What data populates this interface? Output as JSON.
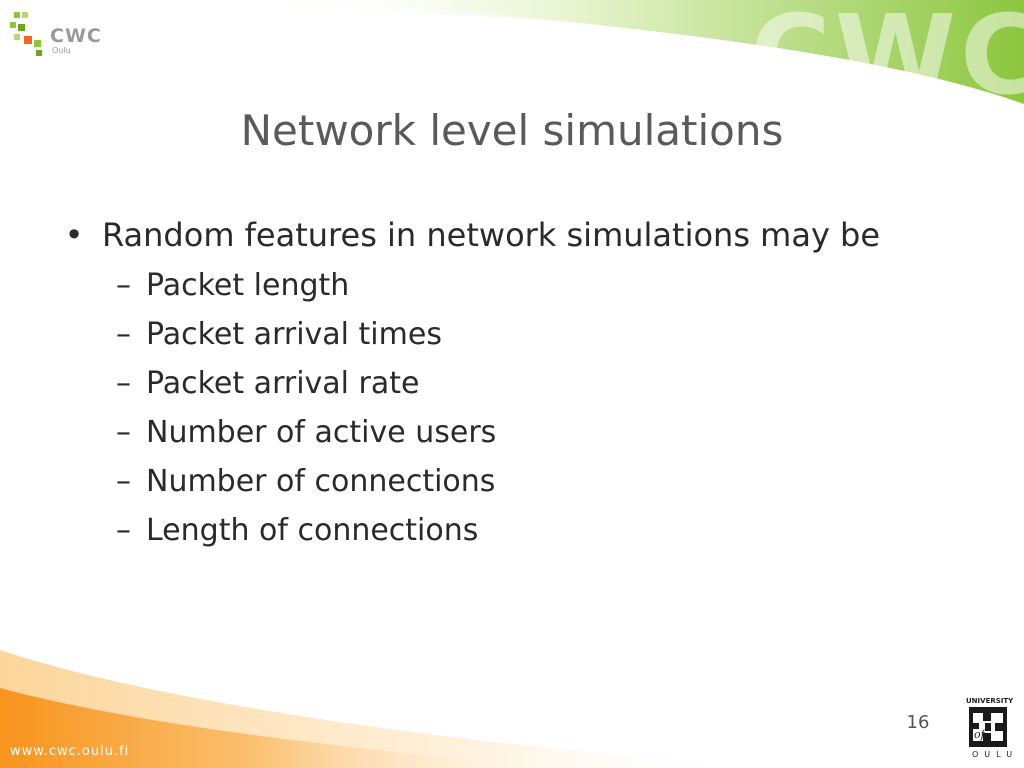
{
  "header": {
    "logo_text": "CWC",
    "logo_subtext": "Oulu",
    "watermark_text": "CWC"
  },
  "slide": {
    "title": "Network level simulations",
    "bullets": [
      {
        "text": "Random features in network simulations may be",
        "marker": "•",
        "subitems": [
          {
            "text": "Packet length",
            "marker": "–"
          },
          {
            "text": "Packet arrival times",
            "marker": "–"
          },
          {
            "text": "Packet arrival rate",
            "marker": "–"
          },
          {
            "text": "Number of active users",
            "marker": "–"
          },
          {
            "text": "Number of connections",
            "marker": "–"
          },
          {
            "text": "Length of connections",
            "marker": "–"
          }
        ]
      }
    ]
  },
  "footer": {
    "url": "www.cwc.oulu.fi",
    "page_number": "16",
    "university_top": "UNIVERSITY",
    "university_of": "of",
    "university_bottom": "OULU"
  },
  "colors": {
    "green_band": "#8cc63f",
    "green_light": "#d6eca6",
    "orange_band": "#f7941d",
    "orange_light": "#fdd9a0",
    "title_text": "#5a5a5a",
    "body_text": "#2a2a2a",
    "logo_green": "#8cc63f",
    "logo_orange": "#f26522"
  },
  "icons": {
    "logo_mark": "pixel-squares-logo",
    "university_mark": "university-of-oulu-emblem"
  }
}
